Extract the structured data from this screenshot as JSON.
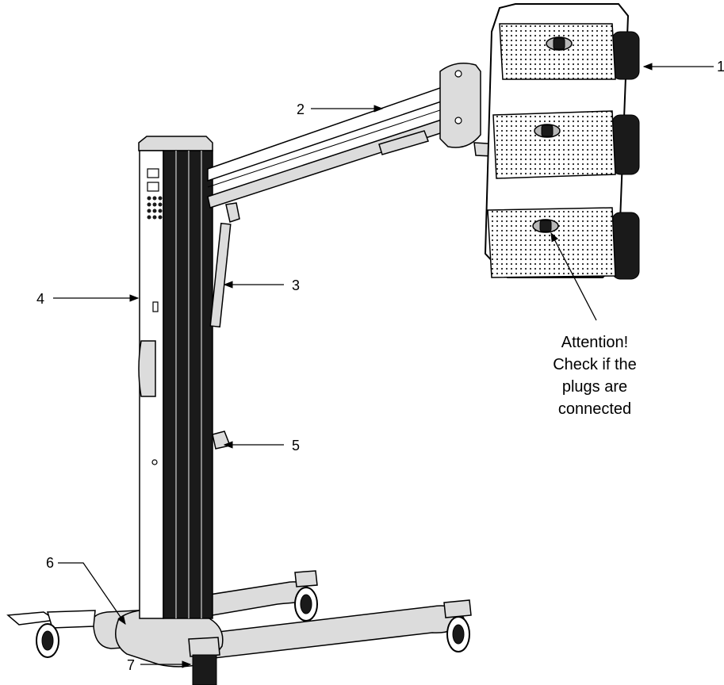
{
  "callouts": {
    "c1": "1",
    "c2": "2",
    "c3": "3",
    "c4": "4",
    "c5": "5",
    "c6": "6",
    "c7": "7"
  },
  "note": {
    "line1": "Attention!",
    "line2": "Check if the",
    "line3": "plugs are",
    "line4": "connected"
  }
}
